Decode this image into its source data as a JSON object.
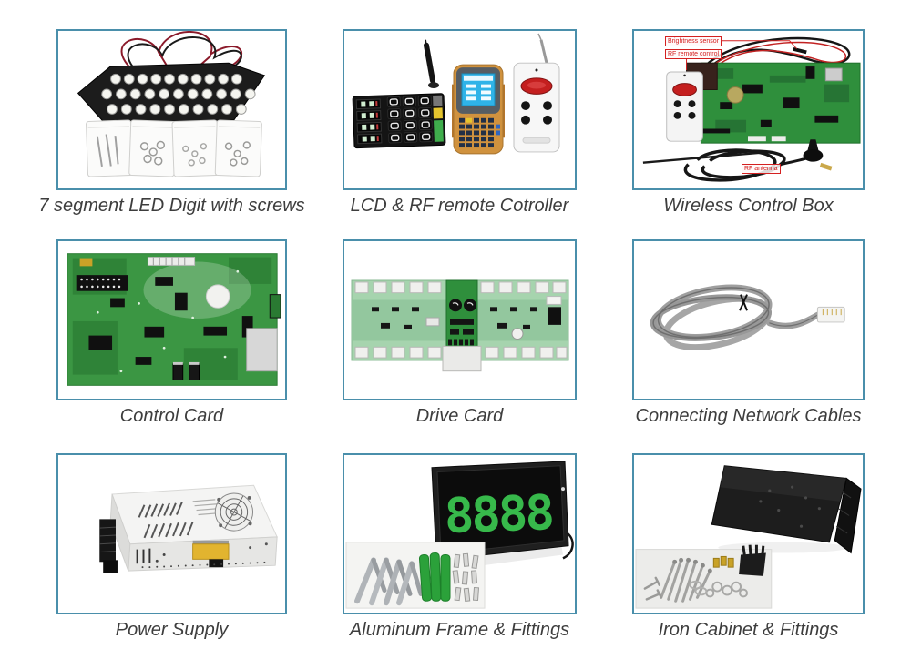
{
  "theme": {
    "card_border_color": "#4a8fab",
    "caption_color": "#3d3d3d",
    "page_background": "#ffffff",
    "callout_color": "#d42020"
  },
  "products": [
    {
      "caption": "7 segment LED Digit with screws"
    },
    {
      "caption": "LCD & RF remote Cotroller"
    },
    {
      "caption": "Wireless Control Box",
      "labels": {
        "brightness": "Brightness sensor",
        "rf_remote": "RF remote control",
        "rf_antenna": "RF antenna"
      }
    },
    {
      "caption": "Control Card"
    },
    {
      "caption": "Drive Card"
    },
    {
      "caption": "Connecting Network Cables"
    },
    {
      "caption": "Power Supply"
    },
    {
      "caption": "Aluminum Frame & Fittings",
      "display_digits": "8888"
    },
    {
      "caption": "Iron Cabinet & Fittings"
    }
  ]
}
